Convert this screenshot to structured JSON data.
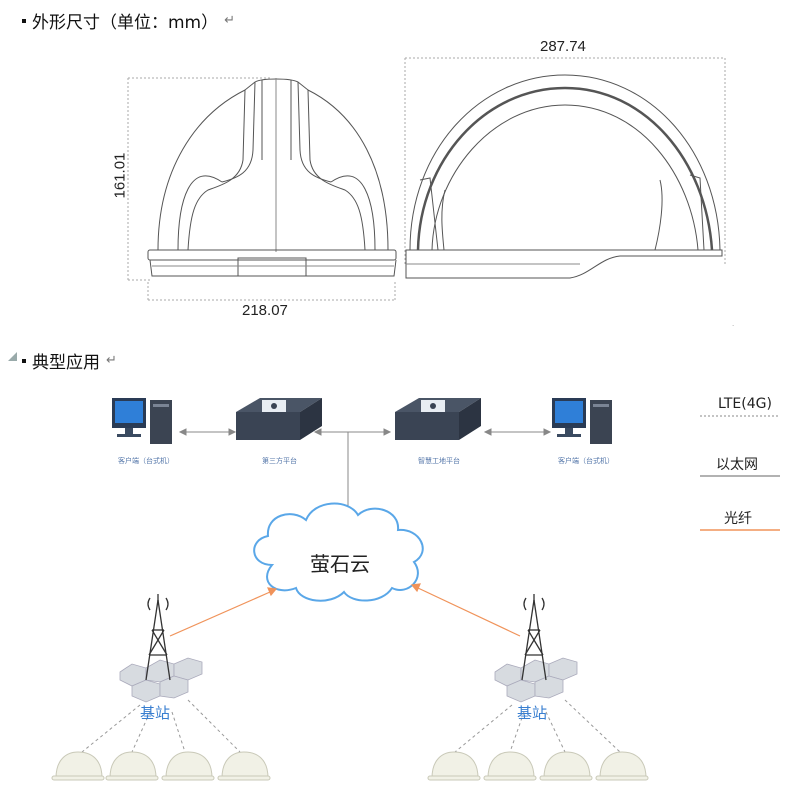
{
  "section1": {
    "title": "外形尺寸（单位：mm）",
    "return_mark": "↵"
  },
  "dimensions": {
    "height": "161.01",
    "width_front": "218.07",
    "length_side": "287.74"
  },
  "section2": {
    "title": "典型应用",
    "return_mark": "↵"
  },
  "devices": {
    "client_left": "客户端（台式机）",
    "third_party": "第三方平台",
    "smart_site": "智慧工地平台",
    "client_right": "客户端（台式机）"
  },
  "cloud": {
    "label": "萤石云"
  },
  "stations": {
    "left": "基站",
    "right": "基站"
  },
  "legend": {
    "lte": {
      "label": "LTE(4G)",
      "color": "#888888"
    },
    "ethernet": {
      "label": "以太网",
      "color": "#999999"
    },
    "fiber": {
      "label": "光纤",
      "color": "#f0935a"
    }
  },
  "colors": {
    "accent_orange": "#f0935a",
    "cloud_outline": "#5aa7e8",
    "station_blue": "#3a7fd0",
    "screen_blue": "#2f7fd8"
  }
}
